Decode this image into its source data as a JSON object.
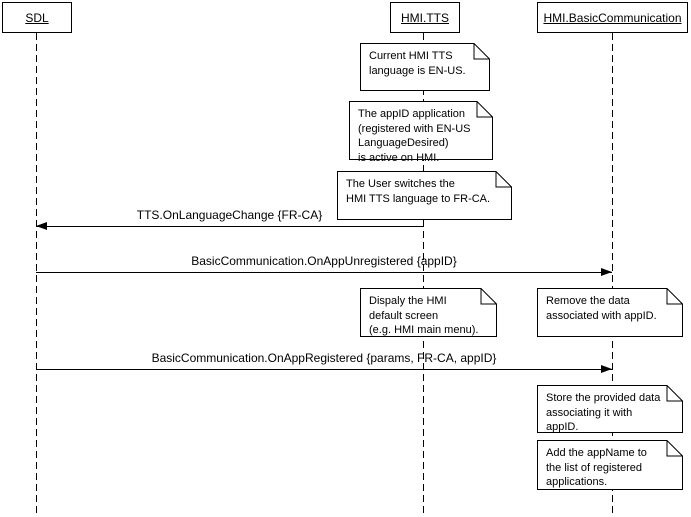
{
  "colors": {
    "background": "#ffffff",
    "foreground": "#000000"
  },
  "actors": [
    {
      "label": "SDL"
    },
    {
      "label": "HMI.TTS"
    },
    {
      "label": "HMI.BasicCommunication"
    }
  ],
  "notes": [
    {
      "attached_to": "HMI.TTS",
      "text": "Current HMI TTS\nlanguage is EN-US."
    },
    {
      "attached_to": "HMI.TTS",
      "text": "The appID application\n(registered with EN-US\nLanguageDesired)\nis active on HMI."
    },
    {
      "attached_to": "HMI.TTS",
      "text": "The User switches the\nHMI TTS language to FR-CA."
    },
    {
      "attached_to": "HMI.TTS",
      "text": "Dispaly the HMI\ndefault screen\n(e.g. HMI main menu)."
    },
    {
      "attached_to": "HMI.BasicCommunication",
      "text": "Remove the data\nassociated with appID."
    },
    {
      "attached_to": "HMI.BasicCommunication",
      "text": "Store the provided data\nassociating it with appID."
    },
    {
      "attached_to": "HMI.BasicCommunication",
      "text": "Add the appName to\nthe list of registered\napplications."
    }
  ],
  "messages": [
    {
      "label": "TTS.OnLanguageChange {FR-CA}",
      "from": "HMI.TTS",
      "to": "SDL"
    },
    {
      "label": "BasicCommunication.OnAppUnregistered {appID}",
      "from": "SDL",
      "to": "HMI.BasicCommunication"
    },
    {
      "label": "BasicCommunication.OnAppRegistered {params, FR-CA, appID}",
      "from": "SDL",
      "to": "HMI.BasicCommunication"
    }
  ]
}
